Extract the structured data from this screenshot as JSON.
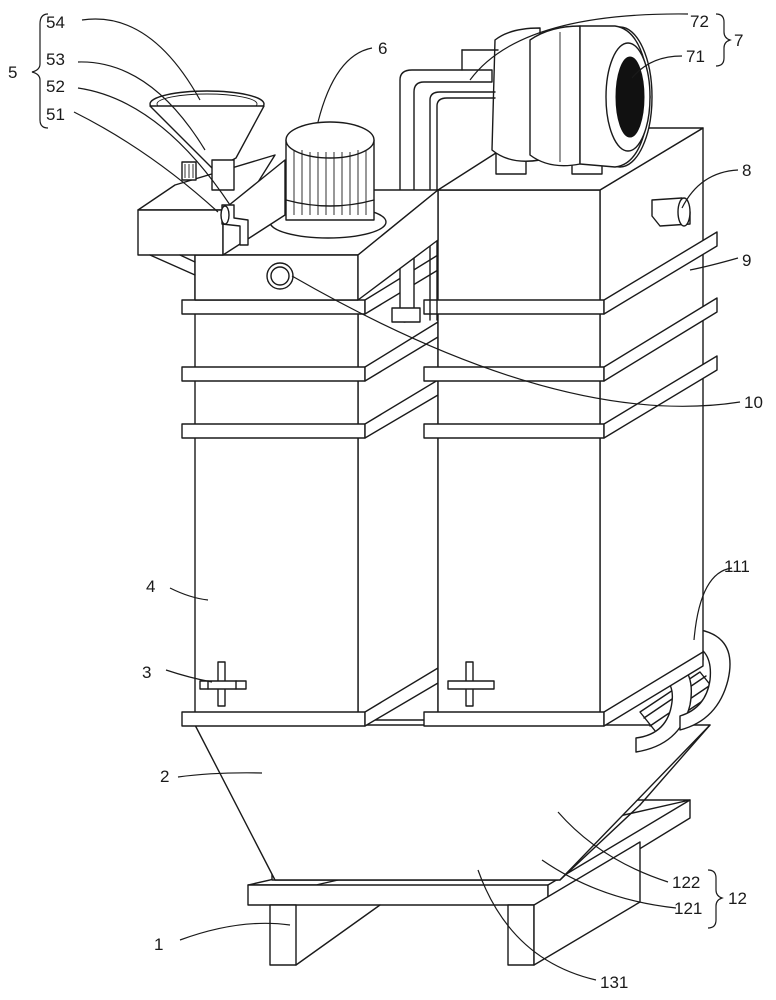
{
  "figure": {
    "labels": {
      "l54": "54",
      "l53": "53",
      "l52": "52",
      "l51": "51",
      "l5": "5",
      "l6": "6",
      "l72": "72",
      "l71": "71",
      "l7": "7",
      "l8": "8",
      "l9": "9",
      "l10": "10",
      "l4": "4",
      "l3": "3",
      "l111": "111",
      "l2": "2",
      "l122": "122",
      "l121": "121",
      "l12": "12",
      "l1": "1",
      "l131": "131"
    }
  }
}
